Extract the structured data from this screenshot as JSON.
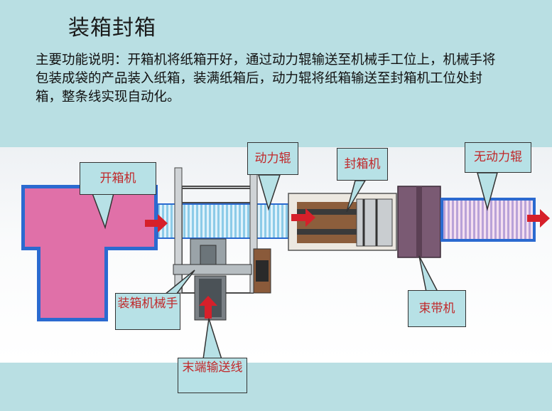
{
  "slide": {
    "title": "装箱封箱",
    "description": "主要功能说明：开箱机将纸箱开好，通过动力辊输送至机械手工位上，机械手将包装成袋的产品装入纸箱，装满纸箱后，动力辊将纸箱输送至封箱机工位处封箱，整条线实现自动化。"
  },
  "labels": {
    "box_opener": "开箱机",
    "powered_roller": "动力辊",
    "box_sealer": "封箱机",
    "unpowered_roller": "无动力辊",
    "packing_robot": "装箱机械手",
    "strapping_machine": "束带机",
    "end_conveyor": "末端输送线"
  },
  "colors": {
    "machine_pink": "#e070a8",
    "roller_blue": "#9fd4ec",
    "arrow_red": "#d6202a",
    "strapper_purple": "#7a5a73",
    "callout_bg": "#b7e1e6",
    "callout_text": "#c0282a"
  }
}
